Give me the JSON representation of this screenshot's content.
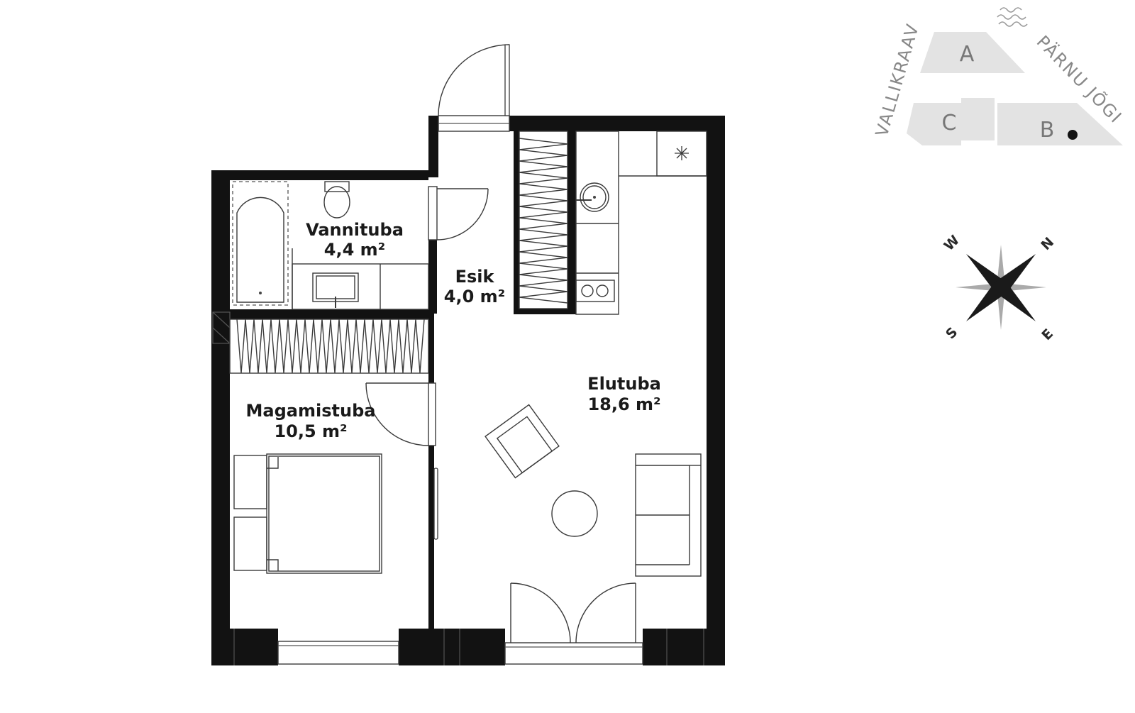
{
  "rooms": {
    "vannituba": {
      "name": "Vannituba",
      "area": "4,4 m²"
    },
    "esik": {
      "name": "Esik",
      "area": "4,0 m²"
    },
    "elutuba": {
      "name": "Elutuba",
      "area": "18,6 m²"
    },
    "magamistuba": {
      "name": "Magamistuba",
      "area": "10,5 m²"
    }
  },
  "site_map": {
    "buildings": [
      {
        "label": "A"
      },
      {
        "label": "C"
      },
      {
        "label": "B"
      }
    ],
    "streets": {
      "left": "VALLIKRAAV",
      "right": "PÄRNU JÕGI"
    }
  },
  "compass": {
    "w": "W",
    "n": "N",
    "s": "S",
    "e": "E"
  },
  "colors": {
    "wall": "#121212",
    "building": "#e3e3e3",
    "label": "#1a1a1a"
  }
}
